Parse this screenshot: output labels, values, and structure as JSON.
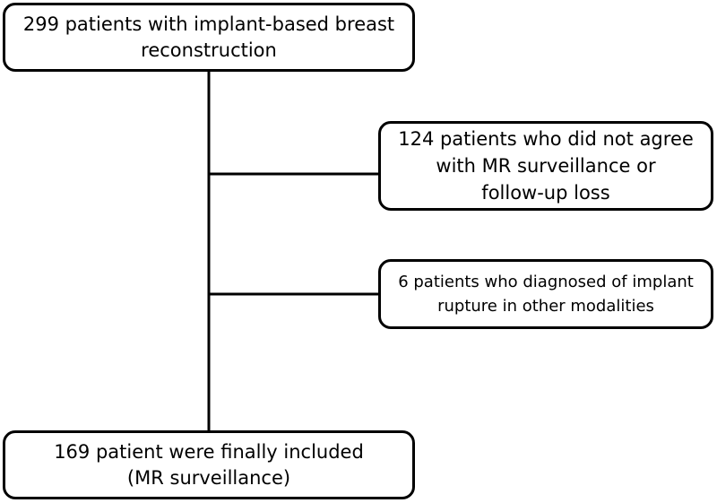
{
  "flowchart": {
    "top_box": {
      "line1": "299 patients with implant-based breast",
      "line2": "reconstruction"
    },
    "exclusion_1": {
      "line1": "124 patients who did not agree",
      "line2": "with MR surveillance or",
      "line3": "follow-up loss"
    },
    "exclusion_2": {
      "line1": "6 patients who diagnosed of implant",
      "line2": "rupture in other modalities"
    },
    "bottom_box": {
      "line1": "169 patient were finally included",
      "line2": "(MR surveillance)"
    }
  },
  "colors": {
    "stroke": "#000000",
    "background": "#ffffff"
  }
}
